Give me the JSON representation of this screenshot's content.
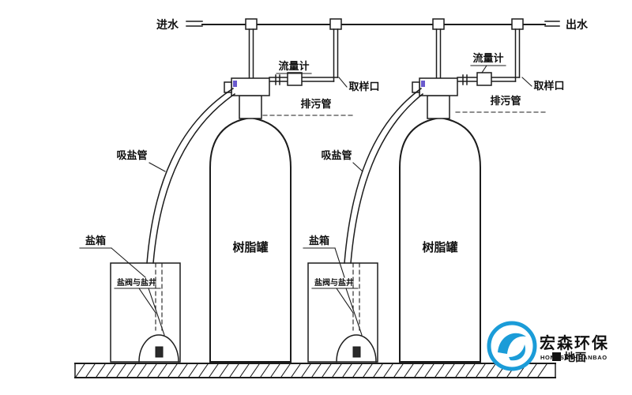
{
  "diagram": {
    "flow": {
      "inlet": "进水",
      "outlet": "出水"
    },
    "components": {
      "flow_meter": "流量计",
      "sampling_port": "取样口",
      "drain_pipe": "排污管",
      "salt_suction_pipe": "吸盐管",
      "salt_box": "盐箱",
      "salt_valve_and_well": "盐阀与盐井",
      "resin_tank": "树脂罐",
      "ground": "地面"
    },
    "logo": {
      "name": "宏森环保",
      "romanized": "HONGSENHUANBAO"
    },
    "colors": {
      "line": "#1c1c1c",
      "logo_blue": "#1b9cd8",
      "logo_light": "#58b9e5",
      "accent_purple": "#6a5acd"
    }
  }
}
